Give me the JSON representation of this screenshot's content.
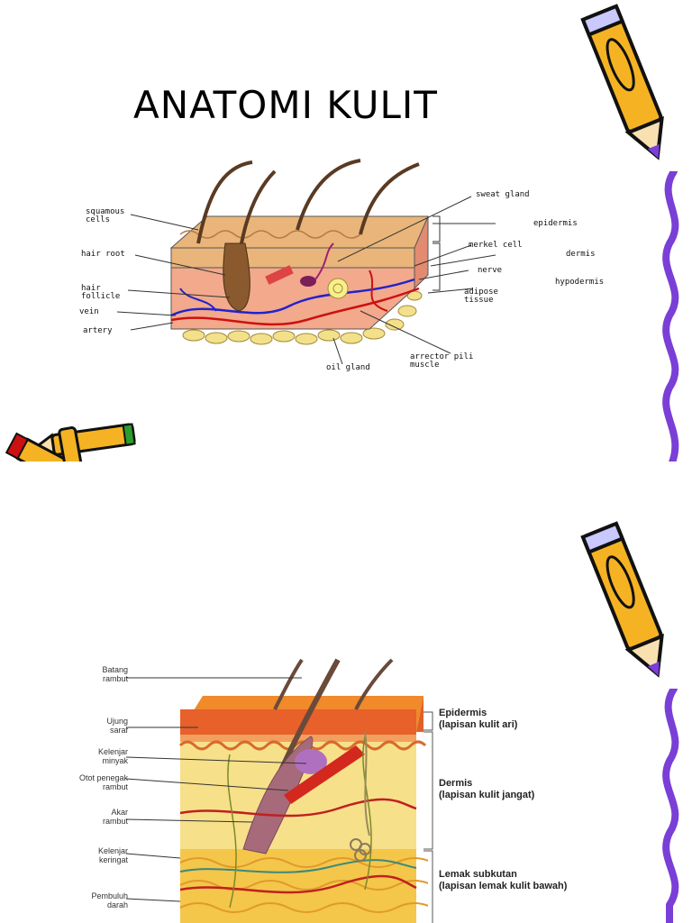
{
  "slide1": {
    "title": "ANATOMI KULIT",
    "labels_left": {
      "squamous": [
        "squamous",
        "cells"
      ],
      "hair_root": "hair root",
      "hair_follicle": [
        "hair",
        "follicle"
      ],
      "vein": "vein",
      "artery": "artery"
    },
    "labels_right": {
      "sweat_gland": "sweat gland",
      "epidermis": "epidermis",
      "merkel_cell": "merkel cell",
      "dermis": "dermis",
      "nerve": "nerve",
      "hypodermis": "hypodermis",
      "adipose": [
        "adipose",
        "tissue"
      ]
    },
    "labels_bottom": {
      "arrector": [
        "arrector pili",
        "muscle"
      ],
      "oil_gland": "oil gland"
    }
  },
  "slide2": {
    "labels_left": {
      "batang": [
        "Batang",
        "rambut"
      ],
      "ujung": [
        "Ujung",
        "saraf"
      ],
      "kelenjar_minyak": [
        "Kelenjar",
        "minyak"
      ],
      "otot": [
        "Otot penegak",
        "rambut"
      ],
      "akar": [
        "Akar",
        "rambut"
      ],
      "kelenjar_keringat": [
        "Kelenjar",
        "keringat"
      ],
      "pembuluh": [
        "Pembuluh",
        "darah"
      ]
    },
    "labels_right": {
      "epidermis": [
        "Epidermis",
        "(lapisan kulit ari)"
      ],
      "dermis": [
        "Dermis",
        "(lapisan kulit jangat)"
      ],
      "lemak": [
        "Lemak subkutan",
        "(lapisan lemak kulit bawah)"
      ]
    }
  },
  "colors": {
    "pencil_body": "#f5b323",
    "pencil_outline": "#111111",
    "squiggle": "#7a3fd6",
    "vein": "#2222cc",
    "artery": "#cc1111",
    "skin_top": "#e9b57a",
    "dermis_pink": "#f2a98c",
    "fat": "#f3e08a"
  }
}
